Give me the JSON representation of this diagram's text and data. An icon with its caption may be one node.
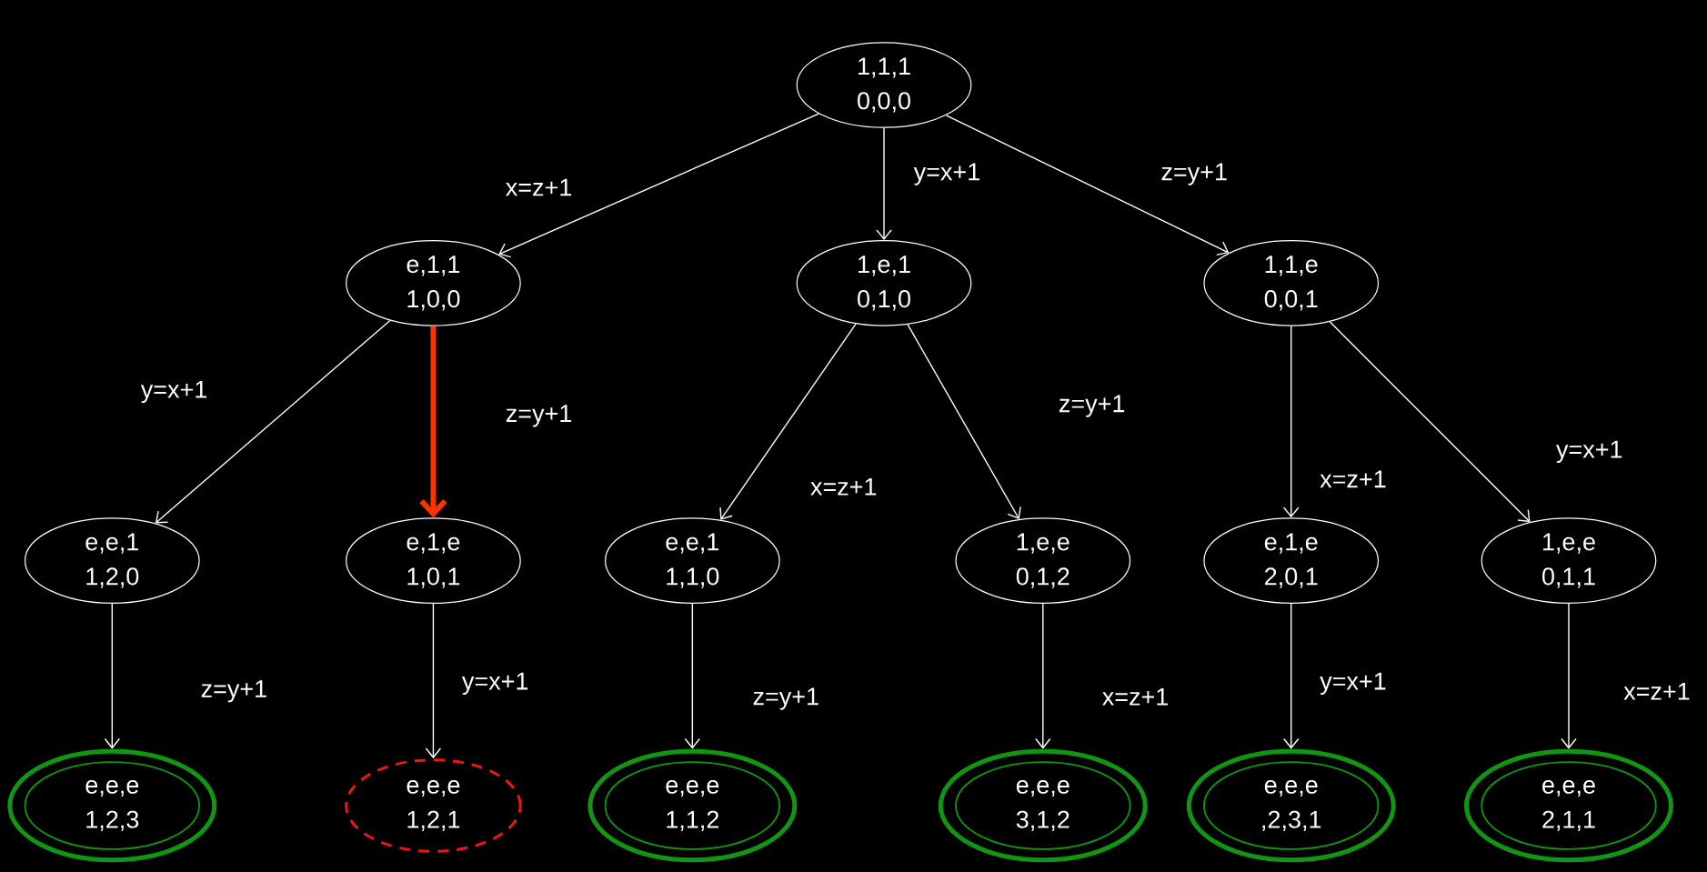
{
  "diagram": {
    "nodes": [
      {
        "text": [
          "1,1,1",
          "0,0,0"
        ]
      },
      {
        "text": [
          "e,1,1",
          "1,0,0"
        ]
      },
      {
        "text": [
          "1,e,1",
          "0,1,0"
        ]
      },
      {
        "text": [
          "1,1,e",
          "0,0,1"
        ]
      },
      {
        "text": [
          "e,e,1",
          "1,2,0"
        ]
      },
      {
        "text": [
          "e,1,e",
          "1,0,1"
        ]
      },
      {
        "text": [
          "e,e,1",
          "1,1,0"
        ]
      },
      {
        "text": [
          "1,e,e",
          "0,1,2"
        ]
      },
      {
        "text": [
          "e,1,e",
          "2,0,1"
        ]
      },
      {
        "text": [
          "1,e,e",
          "0,1,1"
        ]
      },
      {
        "text": [
          "e,e,e",
          "1,2,3"
        ]
      },
      {
        "text": [
          "e,e,e",
          "1,2,1"
        ]
      },
      {
        "text": [
          "e,e,e",
          "1,1,2"
        ]
      },
      {
        "text": [
          "e,e,e",
          "3,1,2"
        ]
      },
      {
        "text": [
          "e,e,e",
          ",2,3,1"
        ]
      },
      {
        "text": [
          "e,e,e",
          "2,1,1"
        ]
      }
    ],
    "edges": [
      {
        "from": 0,
        "to": 1,
        "arrow": "to",
        "label": "x=z+1"
      },
      {
        "from": 0,
        "to": 2,
        "arrow": "to",
        "label": "y=x+1"
      },
      {
        "from": 0,
        "to": 3,
        "arrow": "to",
        "label": "z=y+1"
      },
      {
        "from": 1,
        "to": 4,
        "arrow": "to",
        "label": "y=x+1"
      },
      {
        "from": 1,
        "to": 5,
        "arrow": "to",
        "label": "z=y+1",
        "style": "thick",
        "color": "#ff3300"
      },
      {
        "from": 2,
        "to": 6,
        "arrow": "to",
        "label": "x=z+1"
      },
      {
        "from": 2,
        "to": 7,
        "arrow": "to",
        "label": "z=y+1"
      },
      {
        "from": 3,
        "to": 8,
        "arrow": "to",
        "label": "x=z+1"
      },
      {
        "from": 3,
        "to": 9,
        "arrow": "to",
        "label": "y=x+1"
      },
      {
        "from": 4,
        "to": 10,
        "arrow": "to",
        "label": "z=y+1"
      },
      {
        "from": 5,
        "to": 11,
        "arrow": "to",
        "label": "y=x+1"
      },
      {
        "from": 6,
        "to": 12,
        "arrow": "to",
        "label": "z=y+1"
      },
      {
        "from": 7,
        "to": 13,
        "arrow": "to",
        "label": "x=z+1"
      },
      {
        "from": 8,
        "to": 14,
        "arrow": "to",
        "label": "y=x+1"
      },
      {
        "from": 9,
        "to": 15,
        "arrow": "to",
        "label": "x=z+1"
      }
    ]
  }
}
